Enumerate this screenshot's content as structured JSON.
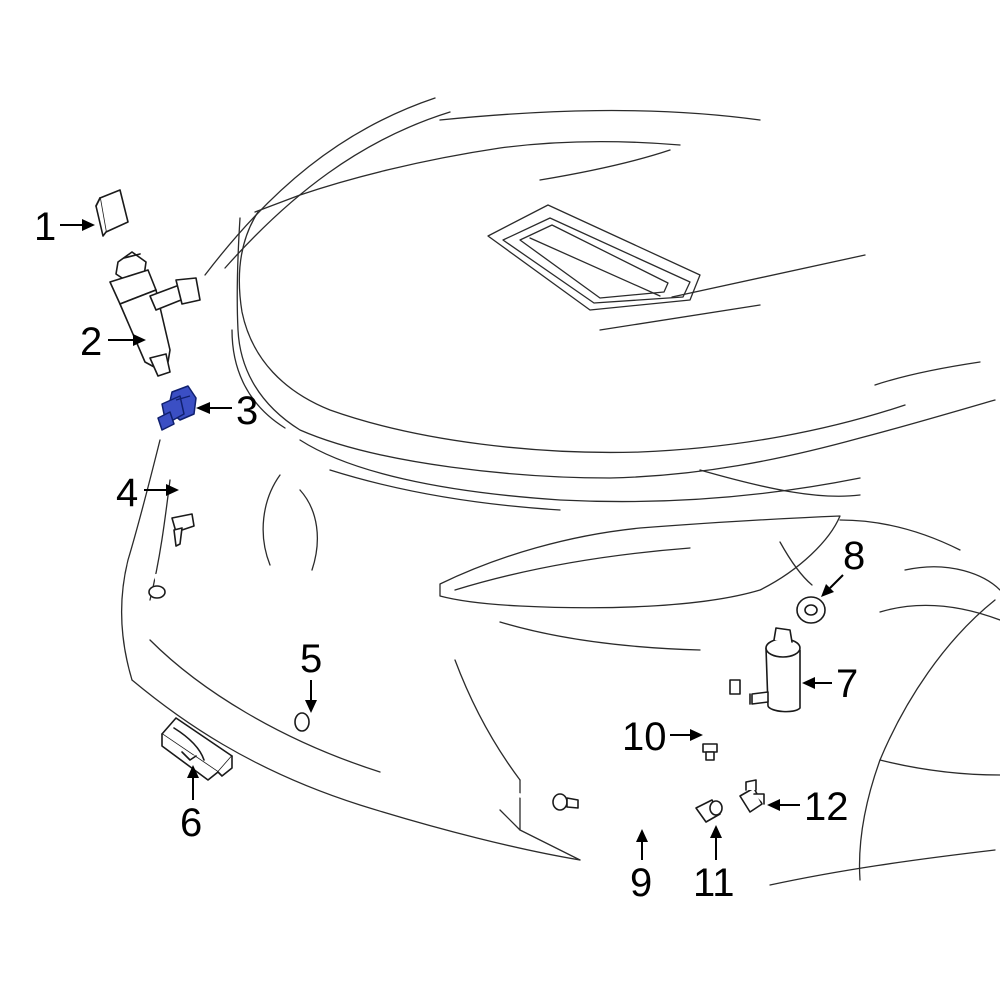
{
  "diagram": {
    "highlight_color": "#3b4fc4",
    "callouts": [
      {
        "id": "1",
        "label": "1"
      },
      {
        "id": "2",
        "label": "2"
      },
      {
        "id": "3",
        "label": "3"
      },
      {
        "id": "4",
        "label": "4"
      },
      {
        "id": "5",
        "label": "5"
      },
      {
        "id": "6",
        "label": "6"
      },
      {
        "id": "7",
        "label": "7"
      },
      {
        "id": "8",
        "label": "8"
      },
      {
        "id": "9",
        "label": "9"
      },
      {
        "id": "10",
        "label": "10"
      },
      {
        "id": "11",
        "label": "11"
      },
      {
        "id": "12",
        "label": "12"
      }
    ]
  }
}
